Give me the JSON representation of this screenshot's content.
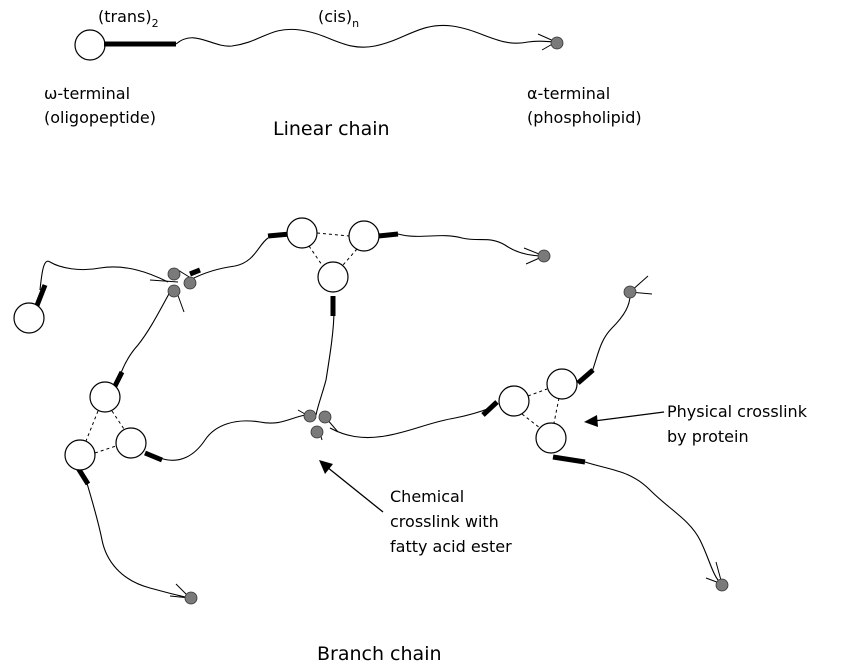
{
  "linear": {
    "trans_label": "(trans)",
    "trans_sub": "2",
    "cis_label": "(cis)",
    "cis_sub": "n",
    "omega_line1": "ω-terminal",
    "omega_line2": "(oligopeptide)",
    "alpha_line1": "α-terminal",
    "alpha_line2": "(phospholipid)",
    "caption": "Linear chain"
  },
  "branch": {
    "physical_line1": "Physical crosslink",
    "physical_line2": "by protein",
    "chemical_line1": "Chemical",
    "chemical_line2": "crosslink with",
    "chemical_line3": "fatty acid ester",
    "caption": "Branch chain"
  }
}
